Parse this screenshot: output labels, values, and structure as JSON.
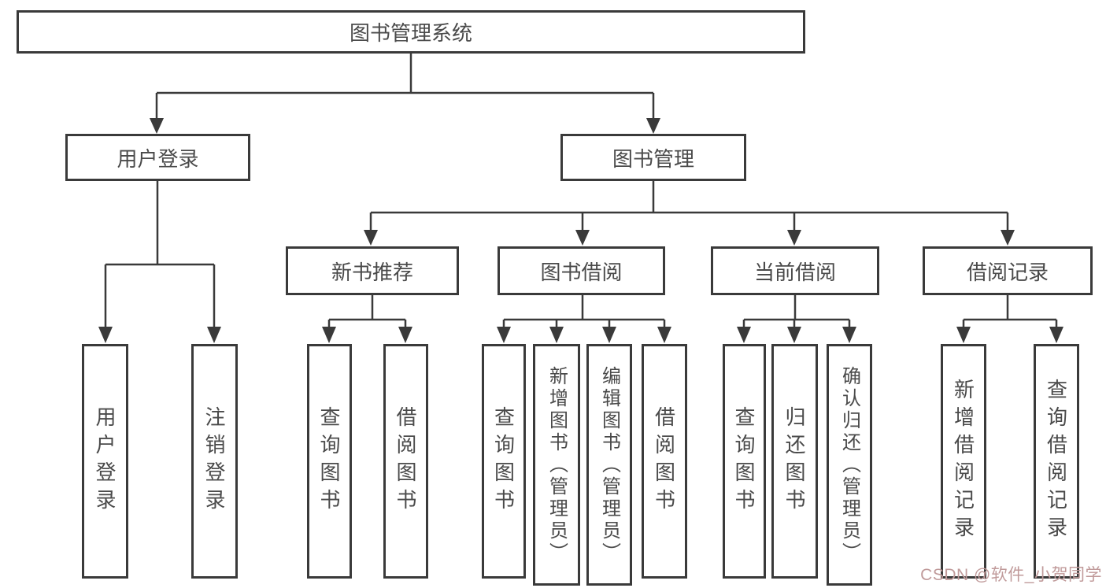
{
  "colors": {
    "line": "#3a3a3a",
    "text": "#4a4a4a",
    "watermark": "#c09a9a",
    "background": "#ffffff"
  },
  "watermark": "CSDN @软件_小贺同学",
  "tree": {
    "label": "图书管理系统",
    "children": [
      {
        "label": "用户登录",
        "children": [
          {
            "label": "用户登录"
          },
          {
            "label": "注销登录"
          }
        ]
      },
      {
        "label": "图书管理",
        "children": [
          {
            "label": "新书推荐",
            "children": [
              {
                "label": "查询图书"
              },
              {
                "label": "借阅图书"
              }
            ]
          },
          {
            "label": "图书借阅",
            "children": [
              {
                "label": "查询图书"
              },
              {
                "label": "新增图书（管理员）"
              },
              {
                "label": "编辑图书（管理员）"
              },
              {
                "label": "借阅图书"
              }
            ]
          },
          {
            "label": "当前借阅",
            "children": [
              {
                "label": "查询图书"
              },
              {
                "label": "归还图书"
              },
              {
                "label": "确认归还（管理员）"
              }
            ]
          },
          {
            "label": "借阅记录",
            "children": [
              {
                "label": "新增借阅记录"
              },
              {
                "label": "查询借阅记录"
              }
            ]
          }
        ]
      }
    ]
  }
}
